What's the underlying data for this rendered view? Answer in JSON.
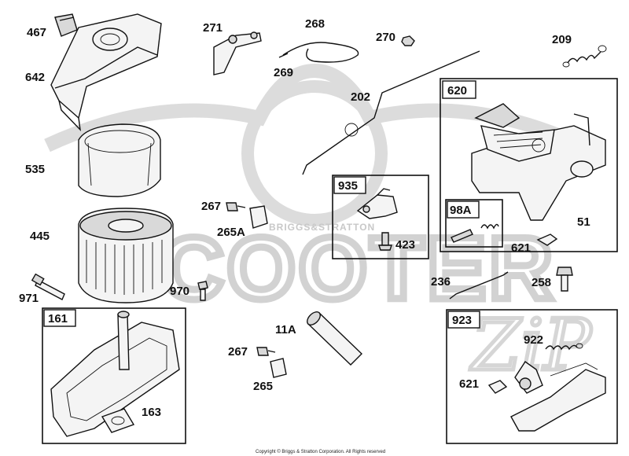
{
  "watermark": {
    "main": "SCOOTER",
    "small": "BRIGGS&STRATTON",
    "sign": "ZiP",
    "color": "#d8d8d8"
  },
  "labels": {
    "p467": "467",
    "p642": "642",
    "p535": "535",
    "p445": "445",
    "p971": "971",
    "p271": "271",
    "p268": "268",
    "p269": "269",
    "p270": "270",
    "p209": "209",
    "p202": "202",
    "p267a": "267",
    "p265a": "265A",
    "p970": "970",
    "p423": "423",
    "p51": "51",
    "p621a": "621",
    "p236": "236",
    "p258": "258",
    "p11a": "11A",
    "p267b": "267",
    "p265": "265",
    "p163": "163",
    "p922": "922",
    "p621b": "621"
  },
  "boxes": {
    "b620": "620",
    "b935": "935",
    "b98a": "98A",
    "b161": "161",
    "b923": "923"
  },
  "footer": {
    "copyright": "Copyright © Briggs & Stratton Corporation. All Rights reserved"
  },
  "colors": {
    "ink": "#111111",
    "watermark": "#d8d8d8"
  }
}
